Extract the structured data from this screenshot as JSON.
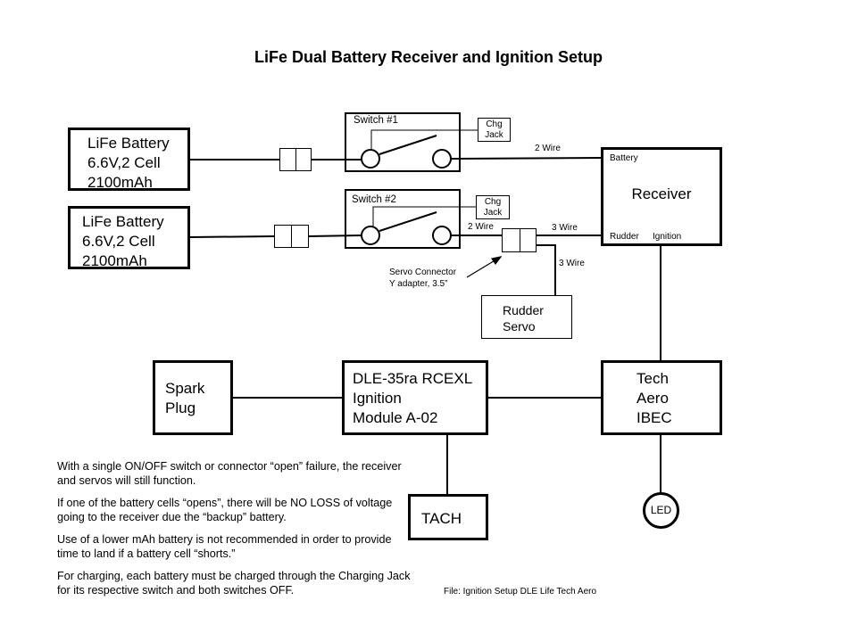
{
  "title": "LiFe Dual  Battery Receiver and Ignition Setup",
  "batteries": [
    {
      "lines": [
        "LiFe Battery",
        "6.6V,2 Cell",
        "2100mAh"
      ]
    },
    {
      "lines": [
        "LiFe Battery",
        "6.6V,2 Cell",
        "2100mAh"
      ]
    }
  ],
  "switches": [
    {
      "label": "Switch #1",
      "jack": [
        "Chg",
        "Jack"
      ]
    },
    {
      "label": "Switch #2",
      "jack": [
        "Chg",
        "Jack"
      ]
    }
  ],
  "wire_labels": {
    "sw1_to_receiver": "2 Wire",
    "sw2_to_y": "2 Wire",
    "y_to_receiver": "3 Wire",
    "y_to_servo": "3 Wire"
  },
  "y_adapter": {
    "lines": [
      "Servo Connector",
      "Y adapter, 3.5”"
    ]
  },
  "receiver": {
    "title": "Receiver",
    "ports": {
      "battery": "Battery",
      "rudder": "Rudder",
      "ignition": "Ignition"
    }
  },
  "rudder_servo": {
    "lines": [
      "Rudder",
      "Servo"
    ]
  },
  "spark_plug": {
    "lines": [
      "Spark",
      "Plug"
    ]
  },
  "ignition_module": {
    "lines": [
      "DLE-35ra RCEXL",
      "Ignition",
      "Module A-02"
    ]
  },
  "ibec": {
    "lines": [
      "Tech",
      "Aero",
      "IBEC"
    ]
  },
  "tach": {
    "label": "TACH"
  },
  "led": {
    "label": "LED"
  },
  "notes": [
    "With a single ON/OFF switch or connector “open” failure, the receiver and servos will still function.",
    "If one of the battery cells “opens”, there will be NO LOSS of voltage going to the receiver due the “backup” battery.",
    "Use of a lower mAh battery is not recommended in order to provide time to land if a battery cell “shorts.”",
    "For charging, each battery must be charged through the Charging Jack for its respective switch and both switches OFF."
  ],
  "file_label": "File: Ignition Setup DLE Life Tech Aero"
}
